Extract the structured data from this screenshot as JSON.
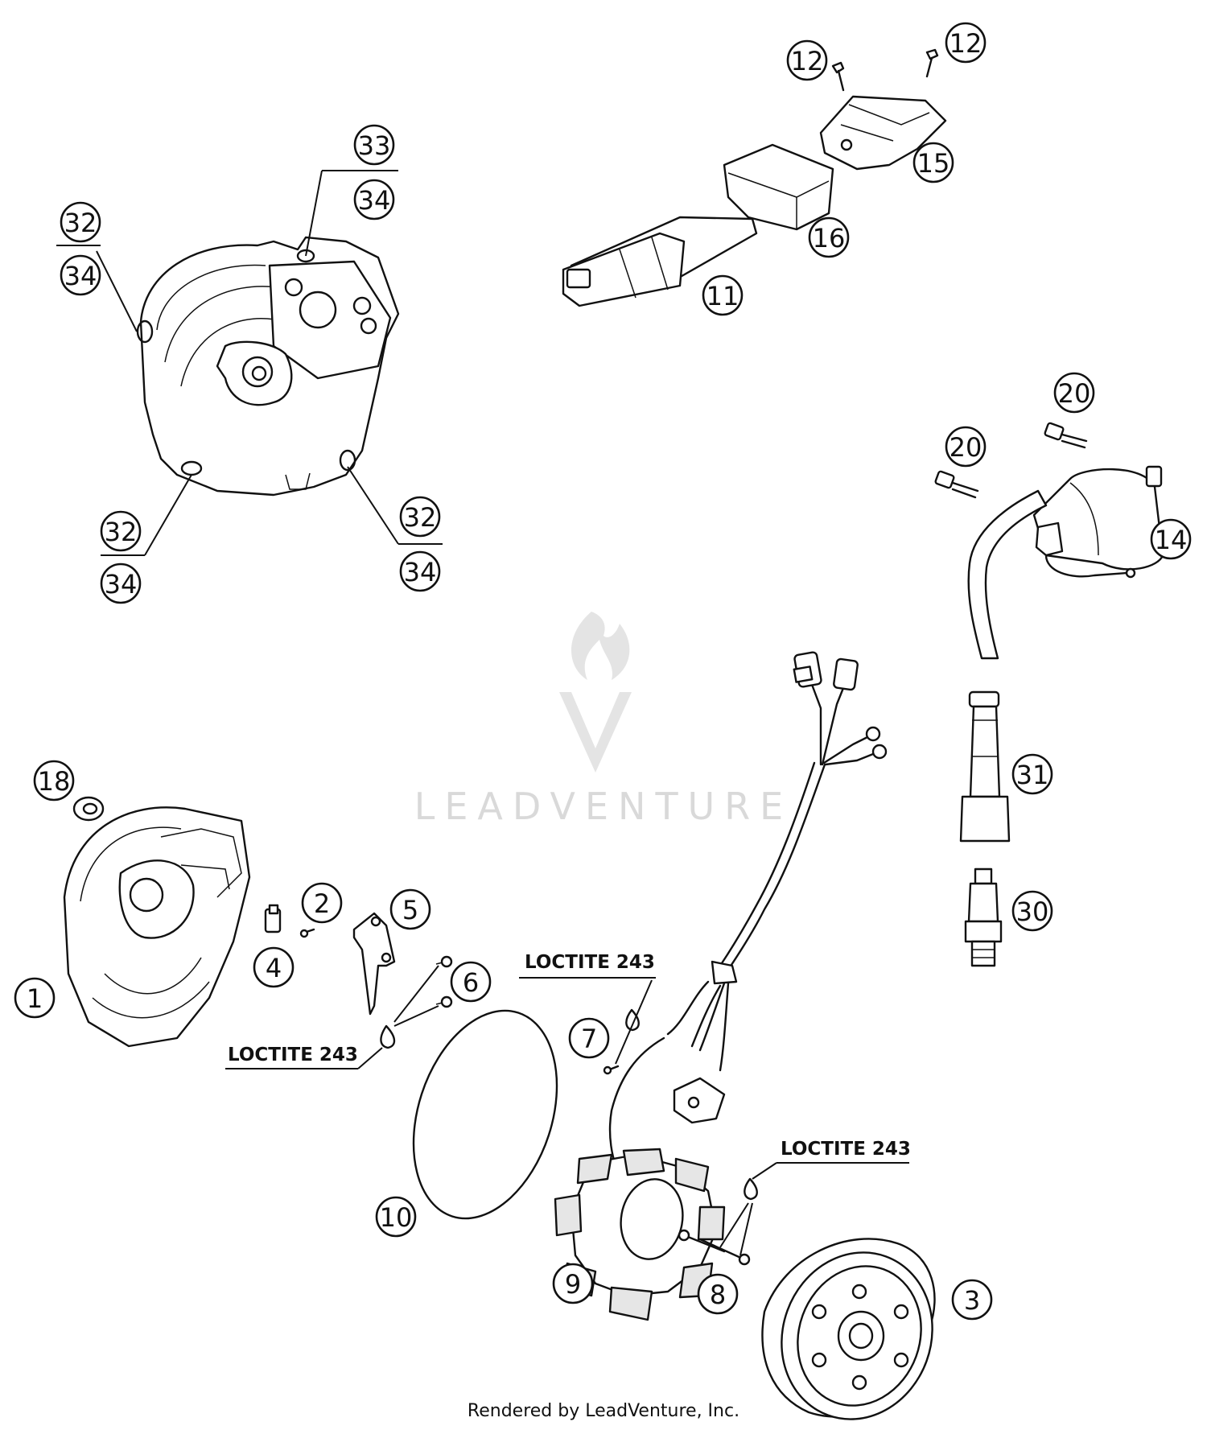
{
  "watermark": {
    "text": "LEADVENTURE"
  },
  "footer": {
    "text": "Rendered by LeadVenture, Inc."
  },
  "notes": [
    "LOCTITE 243",
    "LOCTITE 243",
    "LOCTITE 243"
  ],
  "callouts": {
    "c1": "1",
    "c2": "2",
    "c3": "3",
    "c4": "4",
    "c5": "5",
    "c6": "6",
    "c7": "7",
    "c8": "8",
    "c9": "9",
    "c10": "10",
    "c11": "11",
    "c12a": "12",
    "c12b": "12",
    "c14": "14",
    "c15": "15",
    "c16": "16",
    "c18": "18",
    "c20a": "20",
    "c20b": "20",
    "c30": "30",
    "c31": "31",
    "c32a": "32",
    "c34a": "34",
    "c33": "33",
    "c34b": "34",
    "c32b": "32",
    "c34c": "34",
    "c32c": "32",
    "c34d": "34"
  }
}
